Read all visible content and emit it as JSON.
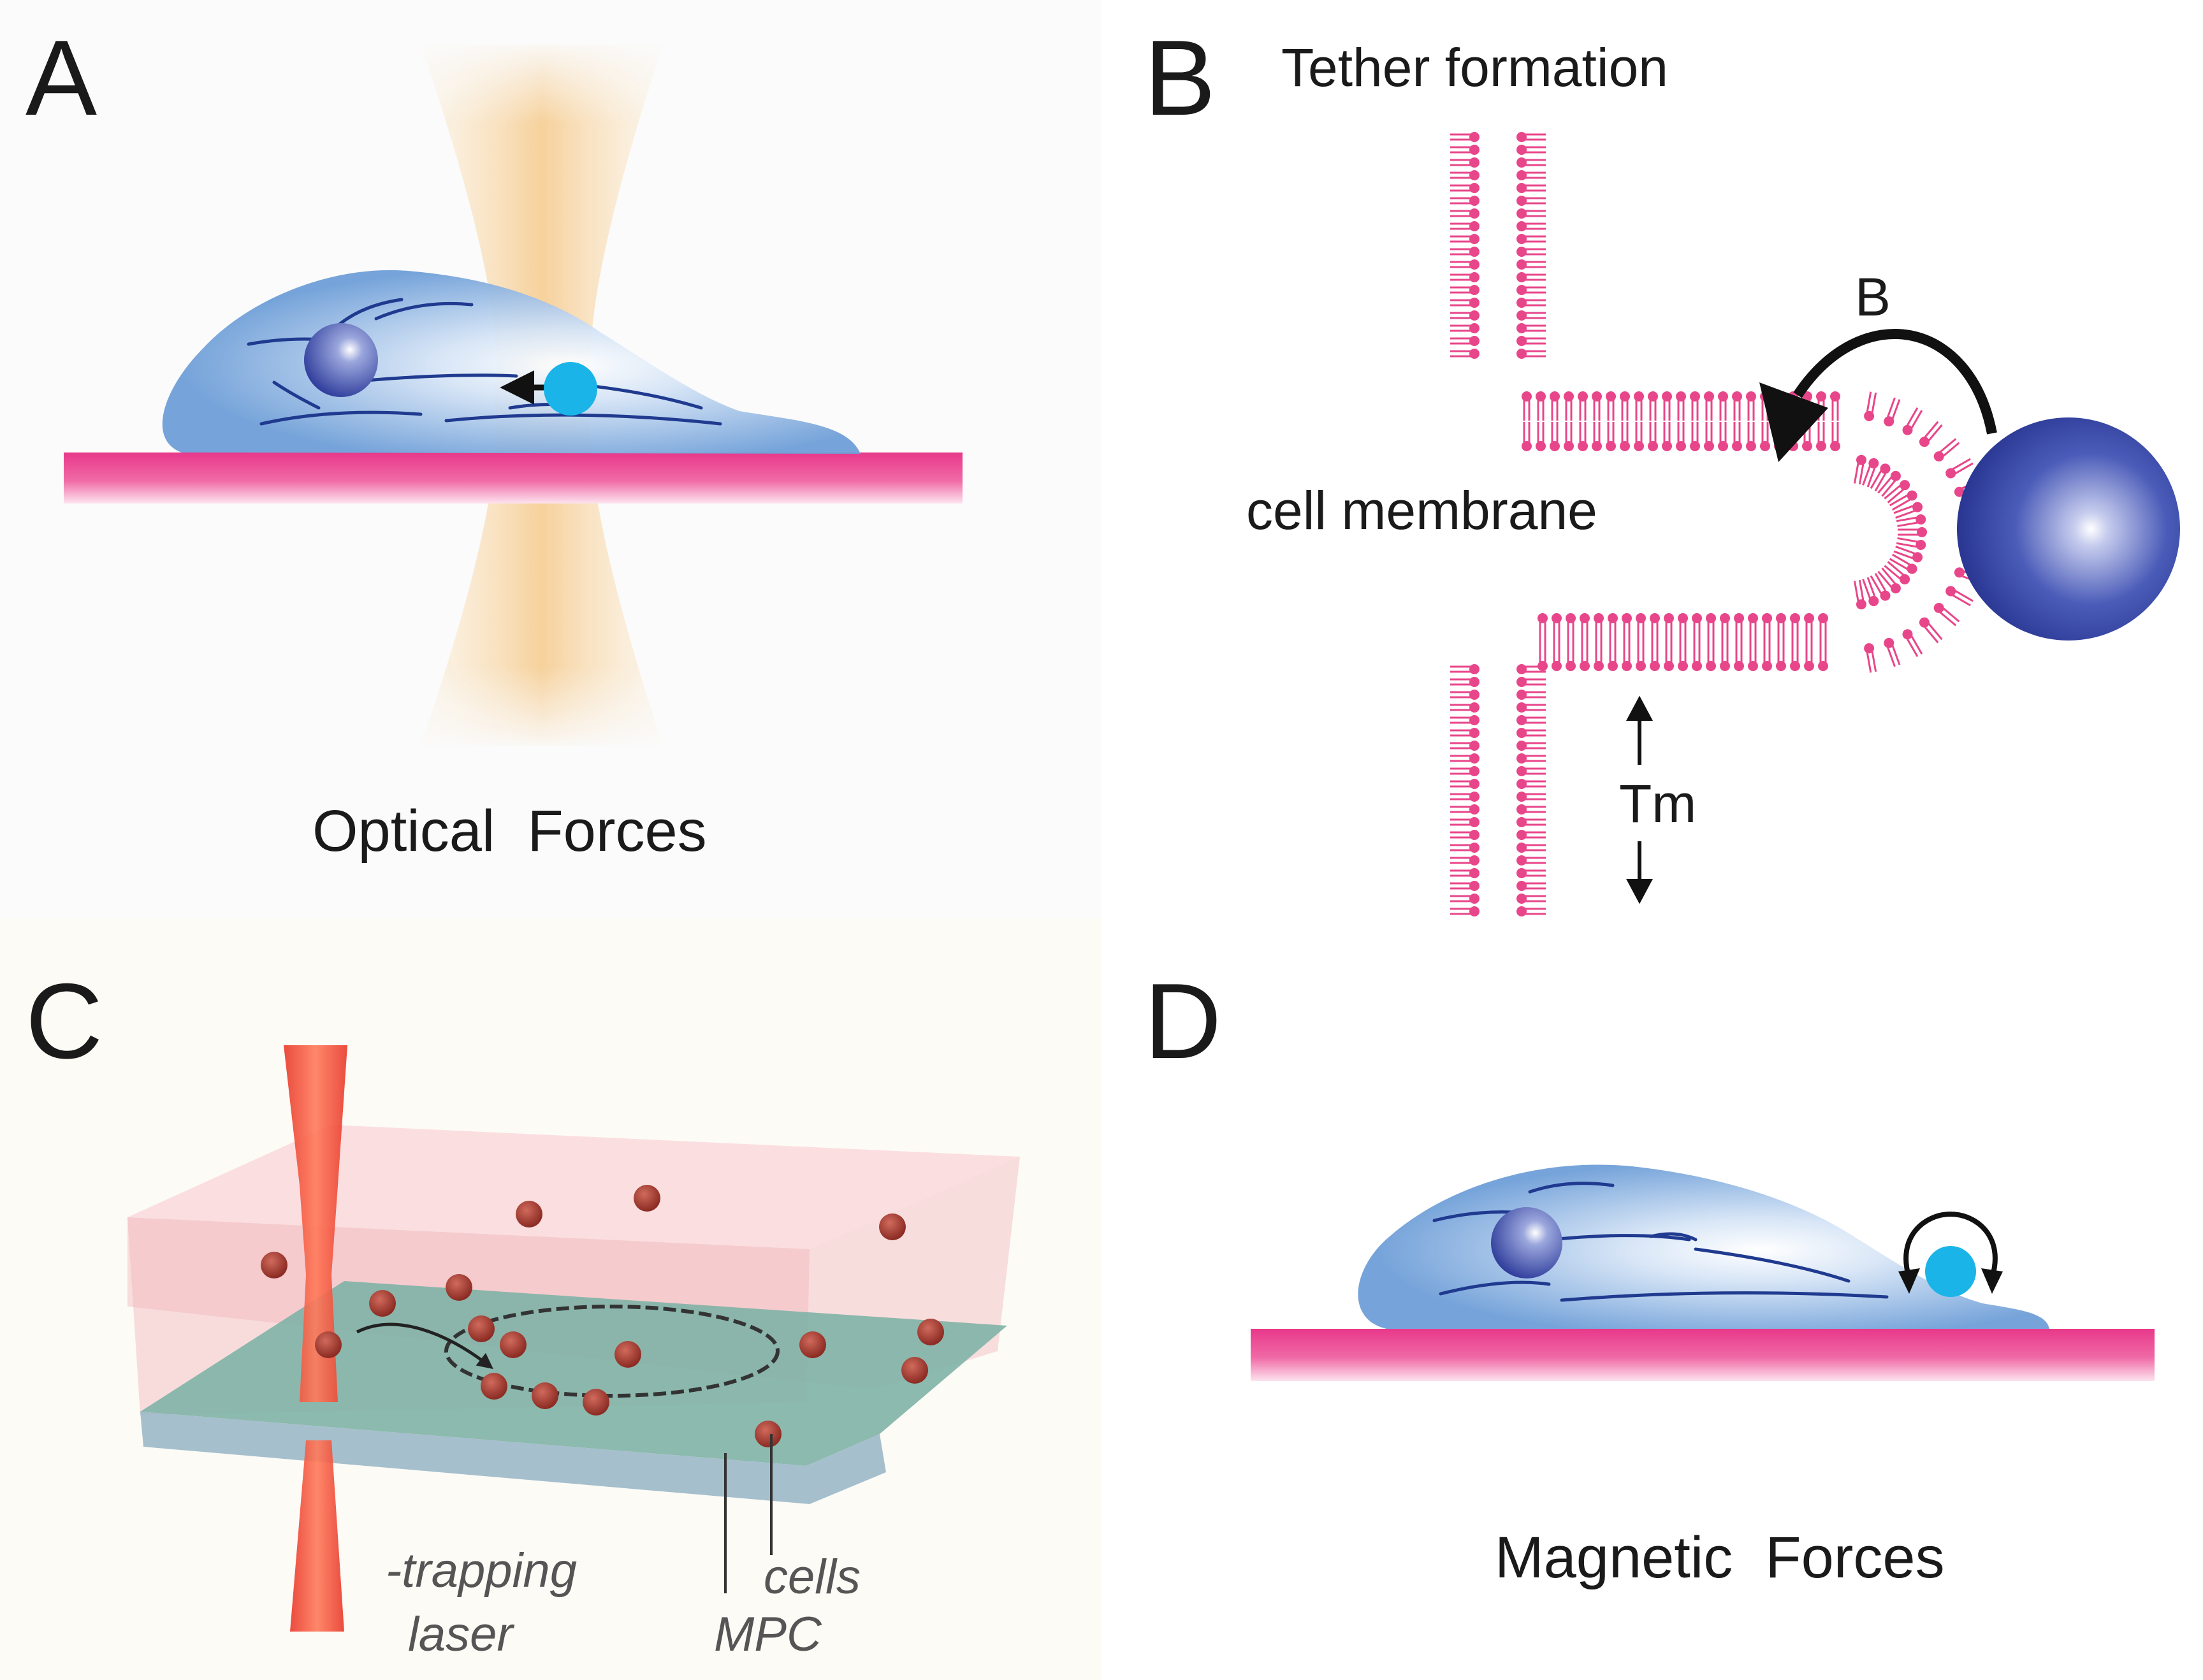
{
  "panels": {
    "a": {
      "letter": "A",
      "caption": "Optical  Forces"
    },
    "b": {
      "letter": "B",
      "title": "Tether formation",
      "membrane_label": "cell membrane",
      "force_label": "B",
      "tension_label": "Tm"
    },
    "c": {
      "letter": "C",
      "labels": {
        "laser_line1": "-trapping",
        "laser_line2": "laser",
        "cells": "cells",
        "mpc": "MPC"
      }
    },
    "d": {
      "letter": "D",
      "caption": "Magnetic  Forces"
    }
  },
  "colors": {
    "cell_body": "#6f9fd8",
    "substrate": "#e8388a",
    "bead": "#1ab4e8",
    "nucleus": "#2f3d9c",
    "lipid": "#e8468a",
    "laser_beam": "#f5c98a",
    "trap_laser": "#f0442c",
    "cell_particle": "#a8342a",
    "chamber": "#f4c4c8",
    "chamber_floor": "#7fb3a6"
  }
}
